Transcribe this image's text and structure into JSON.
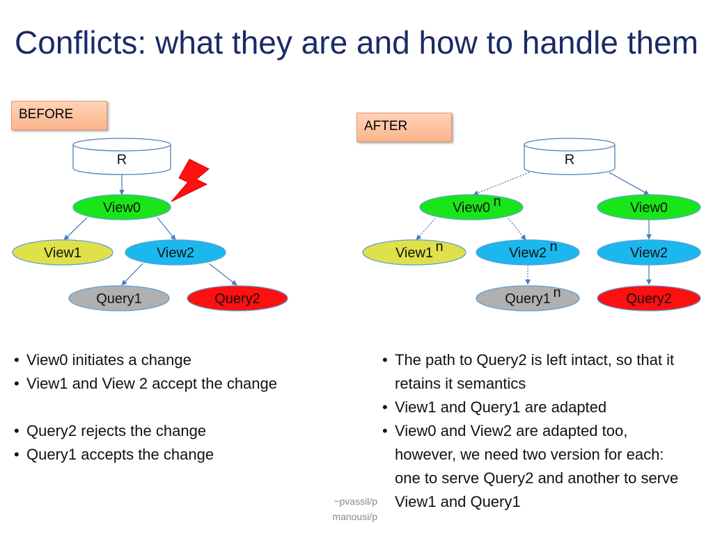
{
  "title": "Conflicts: what they are and how to handle them",
  "tags": {
    "before": "BEFORE",
    "after": "AFTER"
  },
  "nodes": {
    "R": "R",
    "View0": "View0",
    "View1": "View1",
    "View2": "View2",
    "Query1": "Query1",
    "Query2": "Query2"
  },
  "version_marker": "n",
  "colors": {
    "view0": "#19e619",
    "view1": "#e0e04a",
    "view2": "#1ab8ef",
    "query1": "#b0b0b0",
    "query2": "#ff1010",
    "edge": "#4a7ebb",
    "lightning": "#ff1010",
    "title": "#1a2a66"
  },
  "before_bullets": [
    "View0 initiates a change",
    "View1 and View 2 accept the change",
    "Query2 rejects the change",
    "Query1 accepts the change"
  ],
  "after_bullets": [
    "The path to Query2 is left intact, so that it retains it semantics",
    "View1 and Query1 are adapted",
    "View0 and View2 are adapted too, however, we need two version for each: one to serve Query2 and another to serve View1 and Query1"
  ],
  "footer": {
    "line1": "~pvassil/p",
    "line2": "manousi/p"
  }
}
